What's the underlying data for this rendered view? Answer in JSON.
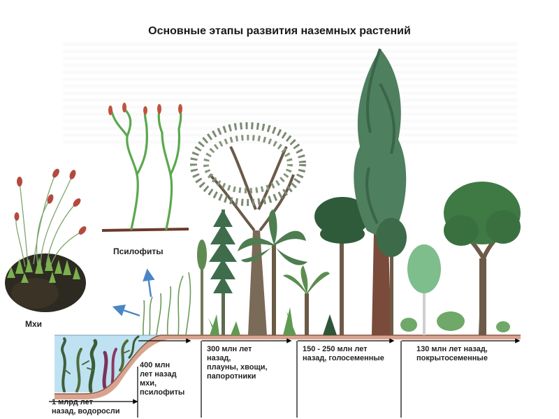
{
  "title": "Основные этапы развития наземных растений",
  "labels": {
    "mosses": "Мхи",
    "psilophytes": "Псилофиты"
  },
  "stages": [
    {
      "line1": "1 млрд лет",
      "line2": "назад, водоросли"
    },
    {
      "line1": "400 млн",
      "line2": "лет назад",
      "line3": "мхи,",
      "line4": "псилофиты"
    },
    {
      "line1": "300 млн лет",
      "line2": "назад,",
      "line3": "плауны, хвощи,",
      "line4": "папоротники"
    },
    {
      "line1": "150 - 250 млн лет",
      "line2": "назад, голосеменные"
    },
    {
      "line1": "130 млн лет назад,",
      "line2": "покрытосеменные"
    }
  ],
  "colors": {
    "water": "#bfe2f2",
    "ground": "#d9a48f",
    "ground_line": "#8a5a48",
    "conifer": "#4e7f5e",
    "broadleaf": "#3f7a45",
    "trunk": "#6e5a48",
    "arrow": "#4a86c5",
    "moss_cap": "#b44a3f",
    "psilophyte_cap": "#c0533f"
  }
}
